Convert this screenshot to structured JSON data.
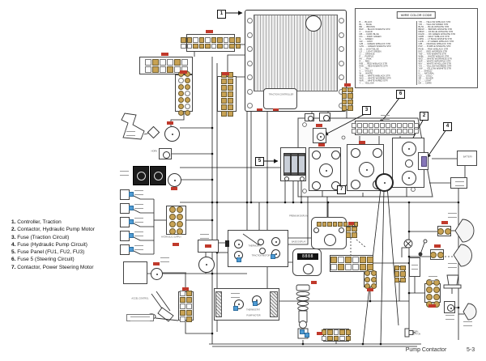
{
  "doc": {
    "footer_title": "Pump Contactor",
    "footer_page": "5-3"
  },
  "wire_color_code": {
    "title": "WIRE COLOR CODE",
    "columns": [
      [
        "B ..... BLACK",
        "BL ..... BLUE",
        "BR ..... BROWN",
        "B/W ..... BLACK W/WHITE STR",
        "C ..... CLEAR",
        "DB ..... DARK BLUE",
        "DG ..... DARK GREEN",
        "G ..... GREEN",
        "GR ..... GRAY",
        "G/B ..... GREEN W/BLACK STR",
        "G/W ..... GREEN W/WHITE STR",
        "LB ..... LIGHT BLUE",
        "LG ..... LIGHT GREEN",
        "O ..... ORANGE",
        "P ..... PURPLE",
        "PK ..... PINK",
        "R ..... RED",
        "R/B ..... RED W/BLACK STR",
        "R/W ..... RED W/WHITE STR",
        "T ..... TAN",
        "V ..... VIOLET",
        "W ..... WHITE",
        "W/B ..... WHITE W/BLACK STR",
        "W/G ..... WHITE W/GREEN STR",
        "W/R ..... WHITE W/RED STR",
        "Y ..... YELLOW"
      ],
      [
        "Y/B ..... YELLOW W/BLACK STR",
        "Y/R ..... YELLOW W/RED STR",
        "BL/W ..... BLUE W/WHITE STR",
        "BR/W ..... BROWN W/WHITE STR",
        "DB/W ..... DK BLUE W/WHITE STR",
        "DG/W ..... DK GREEN W/WHITE STR",
        "GR/B ..... GRAY W/BLACK STR",
        "LB/W ..... LT BLUE W/WHITE STR",
        "LG/B ..... LT GREEN W/BLACK STR",
        "O/B ..... ORANGE W/BLACK STR",
        "P/W ..... PURPLE W/WHITE STR",
        "PK/B ..... PINK W/BLACK STR",
        "R/G ..... RED W/GREEN STR",
        "T/W ..... TAN W/WHITE STR",
        "W/BL ..... WHITE W/BLUE STR",
        "W/O ..... WHITE W/ORANGE STR",
        "W/P ..... WHITE W/PURPLE STR",
        "W/Y ..... WHITE W/YELLOW STR",
        "Y/G ..... YELLOW W/GREEN STR",
        "Y/W ..... YELLOW W/WHITE STR",
        "S ..... SHIELD",
        "N ..... NATURAL",
        "GD ..... GOLD",
        "SR ..... SILVER",
        "LT ..... LIGHT",
        "DK ..... DARK"
      ]
    ]
  },
  "legend": {
    "items": [
      {
        "num": "1.",
        "text": "Controller, Traction"
      },
      {
        "num": "2.",
        "text": "Contactor, Hydraulic Pump Motor"
      },
      {
        "num": "3.",
        "text": "Fuse (Traction Circuit)"
      },
      {
        "num": "4.",
        "text": "Fuse (Hydraulic Pump Circuit)"
      },
      {
        "num": "5.",
        "text": "Fuse Panel (FU1, FU2, FU3)"
      },
      {
        "num": "6.",
        "text": "Fuse 5 (Steering Circuit)"
      },
      {
        "num": "7.",
        "text": "Contactor, Power Steering Motor"
      }
    ]
  },
  "callouts": [
    "1",
    "2",
    "3",
    "4",
    "5",
    "6",
    "7"
  ],
  "labels": {
    "traction_controller": "TRACTION CONTROLLER",
    "traction_motor": "TRACTION MOTOR",
    "pump_motor": "PUMP MOTOR",
    "thermostat": "THERMOSTAT",
    "premium_display": "PREMIUM DISPLAY",
    "base_display": "BASE DISPLAY",
    "display_digits": "8888",
    "accel_control": "ACCEL CONTROL",
    "horn": "HORN",
    "horn_button": "HORN BUTTON",
    "battery": "BATTERY",
    "hydraulic_supply": "HYDRAULIC SUPPLY"
  },
  "colors": {
    "wire": "#1c1c1c",
    "pin_tan": "#c8a254",
    "label_red": "#c0392b",
    "pin_blue": "#4e9bd4",
    "component_purple": "#8677b8"
  }
}
